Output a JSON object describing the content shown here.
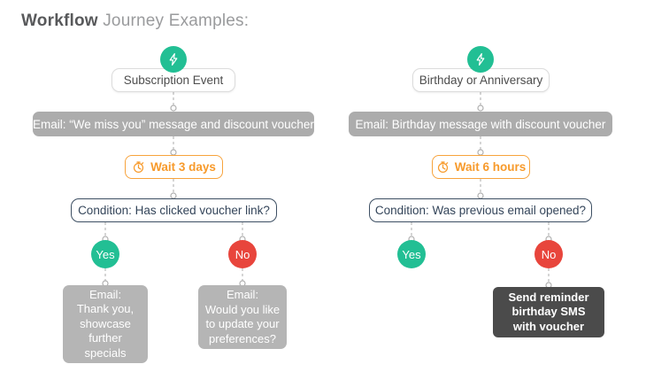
{
  "header": {
    "title_strong": "Workflow",
    "title_light": "Journey Examples:"
  },
  "colors": {
    "green": "#22bf94",
    "red": "#e8453c",
    "orange": "#f79a2b",
    "gray_pill": "#acacac",
    "gray_block": "#b5b5b5",
    "dark_block": "#4b4b4b",
    "condition_border": "#3d4f63",
    "connector": "#b9b9b9"
  },
  "flows": [
    {
      "id": "subscription-flow",
      "trigger": {
        "label": "Subscription Event",
        "icon": "lightning-bolt-icon"
      },
      "email": {
        "label": "Email: “We miss you” message and discount voucher"
      },
      "wait": {
        "label": "Wait 3 days",
        "icon": "stopwatch-icon"
      },
      "condition": {
        "label": "Condition: Has clicked voucher link?"
      },
      "branches": [
        {
          "label": "Yes",
          "type": "yes",
          "outcome": {
            "lines": [
              "Email:",
              "Thank you,",
              "showcase",
              "further",
              "specials"
            ],
            "style": "gray"
          }
        },
        {
          "label": "No",
          "type": "no",
          "outcome": {
            "lines": [
              "Email:",
              "Would you like",
              "to update your",
              "preferences?"
            ],
            "style": "gray"
          }
        }
      ]
    },
    {
      "id": "birthday-flow",
      "trigger": {
        "label": "Birthday or Anniversary",
        "icon": "lightning-bolt-icon"
      },
      "email": {
        "label": "Email: Birthday message with discount voucher"
      },
      "wait": {
        "label": "Wait 6 hours",
        "icon": "stopwatch-icon"
      },
      "condition": {
        "label": "Condition: Was previous email opened?"
      },
      "branches": [
        {
          "label": "Yes",
          "type": "yes",
          "outcome": null
        },
        {
          "label": "No",
          "type": "no",
          "outcome": {
            "lines": [
              "Send reminder",
              "birthday SMS",
              "with voucher"
            ],
            "style": "dark"
          }
        }
      ]
    }
  ]
}
